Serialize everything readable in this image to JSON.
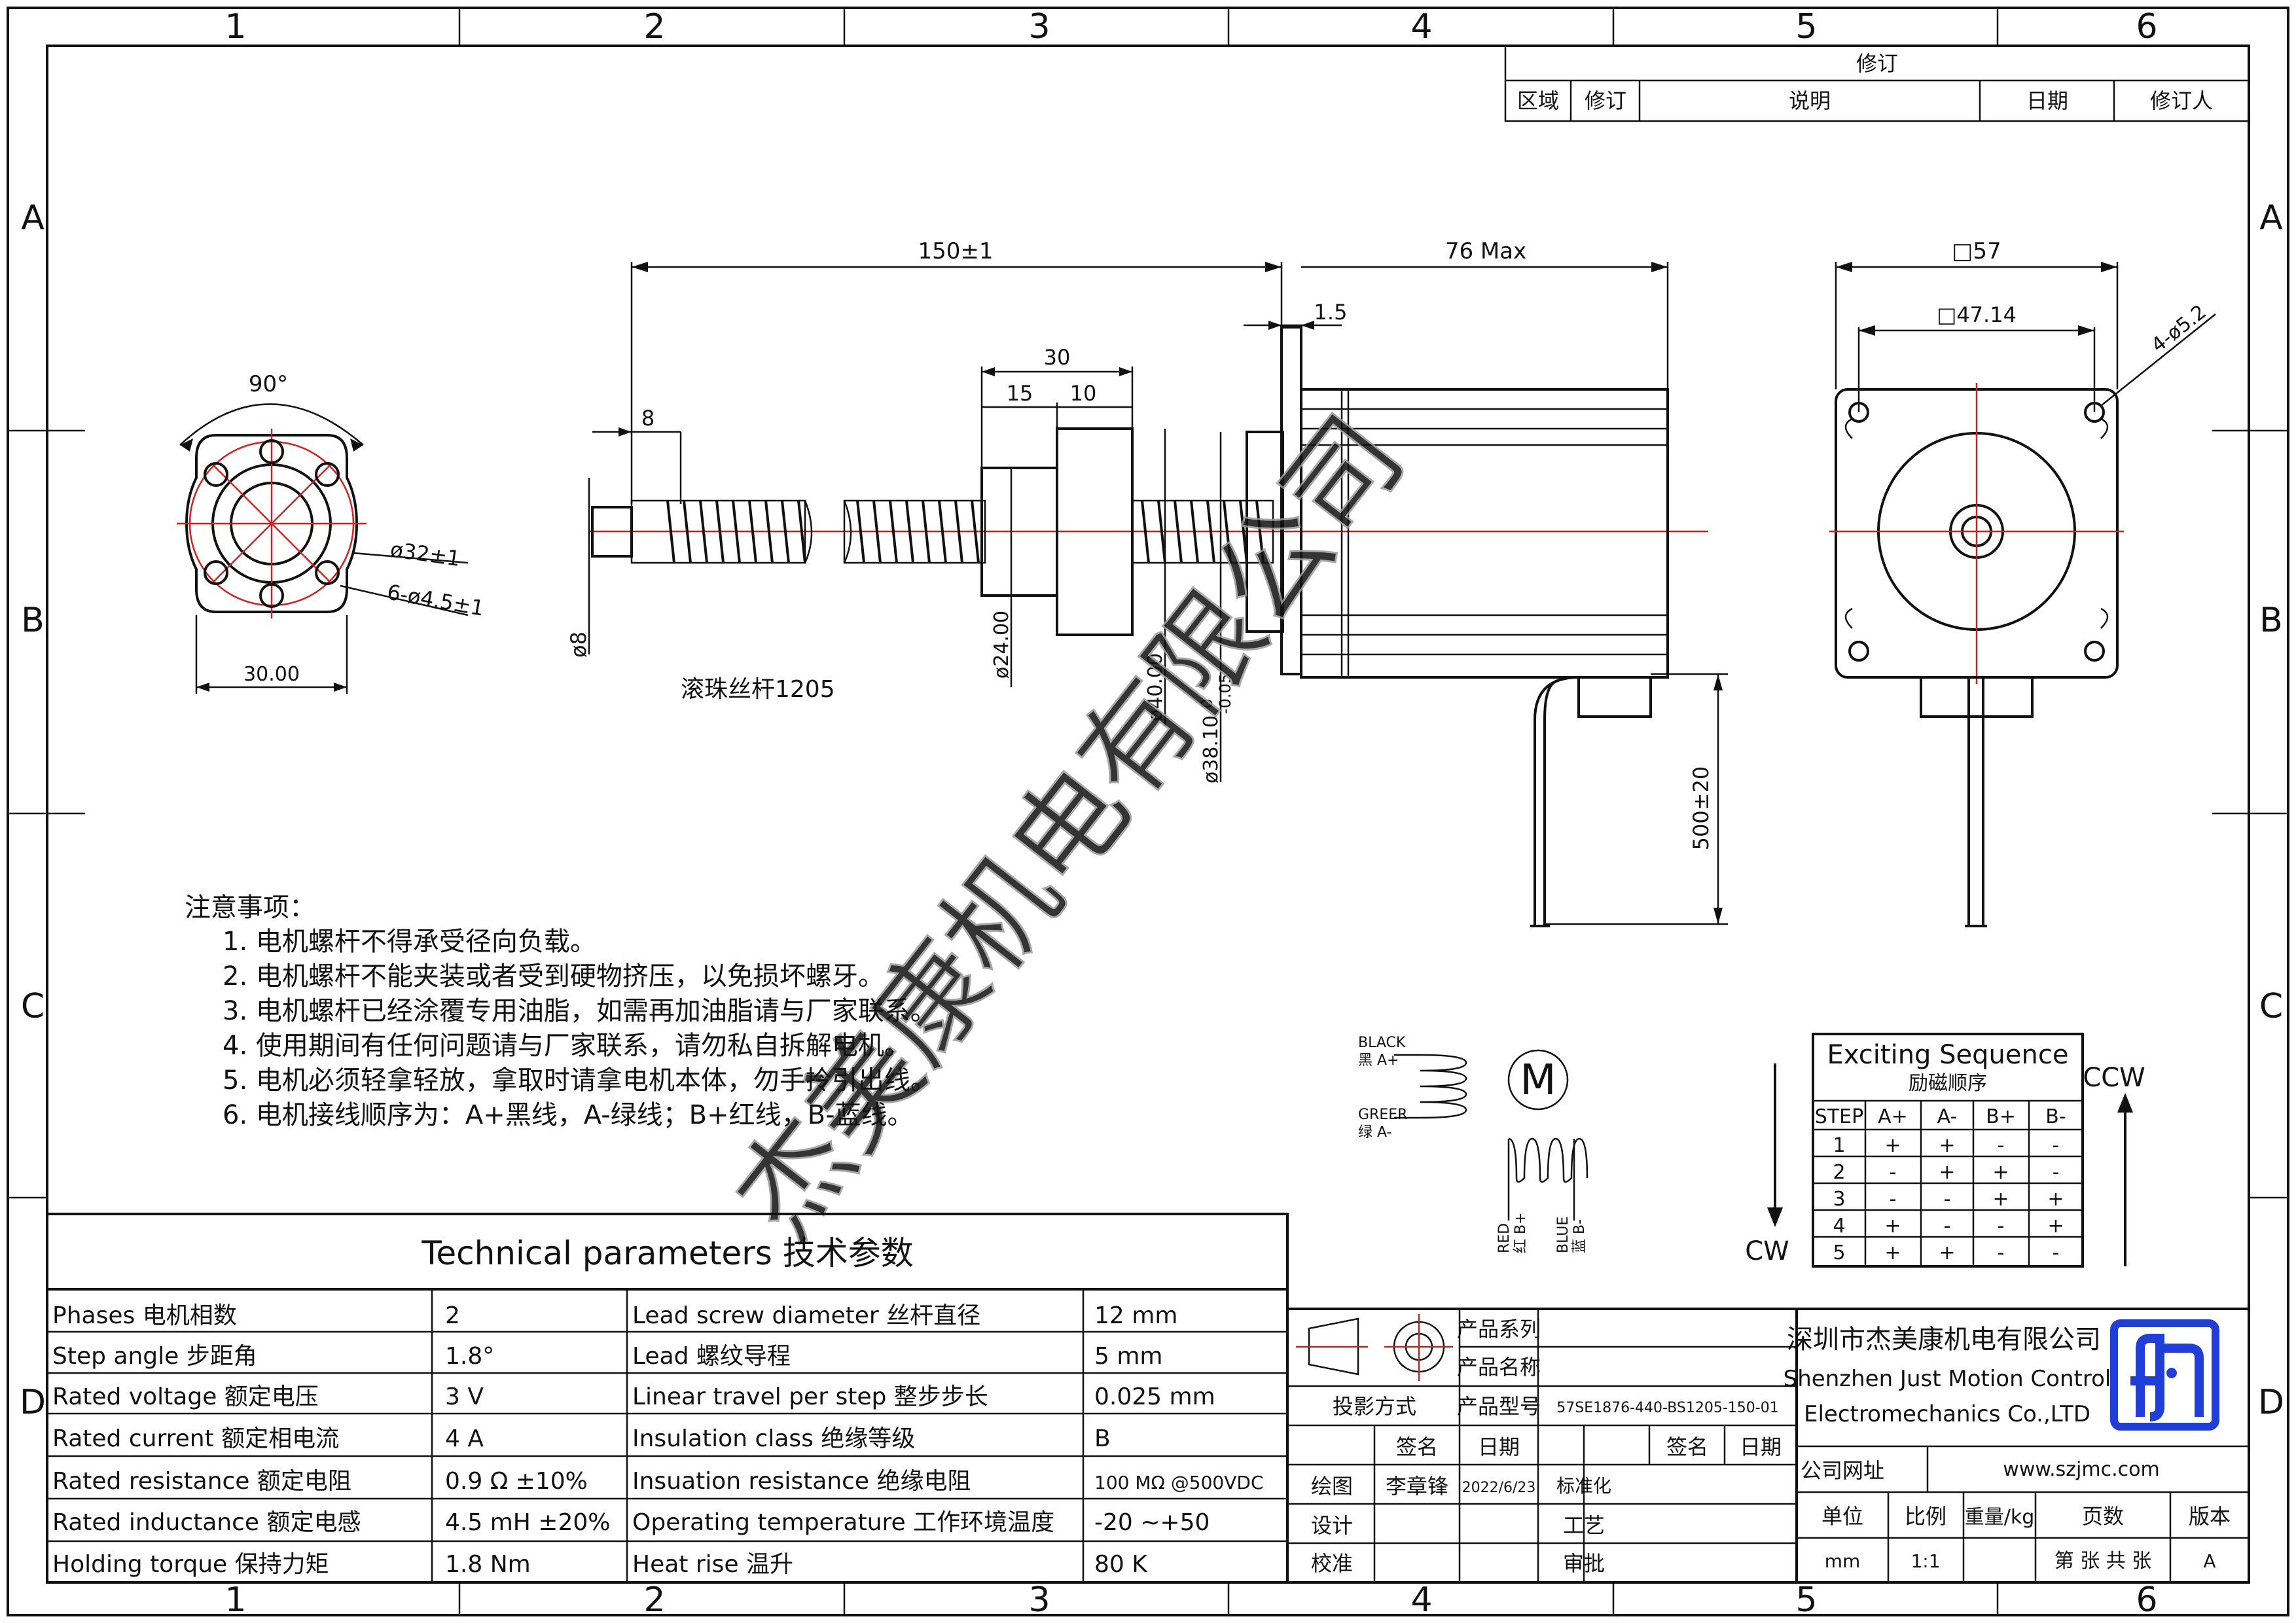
{
  "frame": {
    "columns": [
      "1",
      "2",
      "3",
      "4",
      "5",
      "6"
    ],
    "rows": [
      "A",
      "B",
      "C",
      "D"
    ]
  },
  "revision_table": {
    "title": "修订",
    "headers": [
      "区域",
      "修订",
      "说明",
      "日期",
      "修订人"
    ]
  },
  "watermark": "杰美康机电有限公司",
  "flange_view": {
    "angle": "90°",
    "dia_32": "ø32±1",
    "holes": "6-ø4.5±1",
    "width": "30.00"
  },
  "side_view": {
    "length": "150±1",
    "motor_len": "76 Max",
    "flange_thk": "1.5",
    "nut_len": "30",
    "nut_a": "15",
    "nut_b": "10",
    "tip_len": "8",
    "shaft_dia": "ø8",
    "nut_dia": "ø24.00",
    "flange_dia": "ø40.00",
    "boss_dia": "ø38.10",
    "boss_tol_upper": "0",
    "boss_tol_lower": "-0.05",
    "lead_len": "500±20",
    "screw_label": "滚珠丝杆1205"
  },
  "front_view": {
    "square": "□57",
    "hole_pitch": "□47.14",
    "holes": "4-ø5.2"
  },
  "notes": {
    "title": "注意事项：",
    "items": [
      "1. 电机螺杆不得承受径向负载。",
      "2. 电机螺杆不能夹装或者受到硬物挤压，以免损坏螺牙。",
      "3. 电机螺杆已经涂覆专用油脂，如需再加油脂请与厂家联系。",
      "4. 使用期间有任何问题请与厂家联系，请勿私自拆解电机。",
      "5. 电机必须轻拿轻放，拿取时请拿电机本体，勿手拎引出线。",
      "6.  电机接线顺序为：A+黑线，A-绿线；B+红线，B-蓝线。"
    ]
  },
  "wiring": {
    "black": "BLACK",
    "black_cn": "黑 A+",
    "green": "GREER",
    "green_cn": "绿 A-",
    "red": "RED",
    "red_cn": "红 B+",
    "blue": "BLUE",
    "blue_cn": "蓝 B-",
    "motor": "M"
  },
  "sequence": {
    "title": "Exciting Sequence",
    "subtitle": "励磁顺序",
    "headers": [
      "STEP",
      "A+",
      "A-",
      "B+",
      "B-"
    ],
    "rows": [
      [
        "1",
        "+",
        "+",
        "-",
        "-"
      ],
      [
        "2",
        "-",
        "+",
        "+",
        "-"
      ],
      [
        "3",
        "-",
        "-",
        "+",
        "+"
      ],
      [
        "4",
        "+",
        "-",
        "-",
        "+"
      ],
      [
        "5",
        "+",
        "+",
        "-",
        "-"
      ]
    ],
    "cw": "CW",
    "ccw": "CCW"
  },
  "tech": {
    "title": "Technical parameters 技术参数",
    "left": [
      {
        "label": "Phases 电机相数",
        "value": "2"
      },
      {
        "label": "Step angle 步距角",
        "value": "1.8°"
      },
      {
        "label": "Rated voltage 额定电压",
        "value": "3 V"
      },
      {
        "label": "Rated current 额定相电流",
        "value": "4 A"
      },
      {
        "label": "Rated resistance 额定电阻",
        "value": "0.9 Ω  ±10%"
      },
      {
        "label": "Rated inductance 额定电感",
        "value": "4.5 mH ±20%"
      },
      {
        "label": "Holding torque 保持力矩",
        "value": "1.8 Nm"
      }
    ],
    "right": [
      {
        "label": "Lead screw diameter 丝杆直径",
        "value": "12 mm"
      },
      {
        "label": "Lead 螺纹导程",
        "value": "5 mm"
      },
      {
        "label": "Linear travel per step 整步步长",
        "value": "0.025 mm"
      },
      {
        "label": "Insulation class 绝缘等级",
        "value": "B"
      },
      {
        "label": "Insuation resistance 绝缘电阻",
        "value": "100 MΩ @500VDC"
      },
      {
        "label": "Operating temperature 工作环境温度",
        "value": "-20    ~+50"
      },
      {
        "label": "Heat rise 温升",
        "value": "80 K"
      }
    ]
  },
  "title_block": {
    "series": "产品系列",
    "name": "产品名称",
    "projection": "投影方式",
    "model_label": "产品型号",
    "model": "57SE1876-440-BS1205-150-01",
    "sign": "签名",
    "date": "日期",
    "draw": "绘图",
    "drawer": "李章锋",
    "draw_date": "2022/6/23",
    "design": "设计",
    "check": "校准",
    "std": "标准化",
    "craft": "工艺",
    "approve": "审批",
    "company_cn": "深圳市杰美康机电有限公司",
    "company_en1": "Shenzhen Just Motion Control",
    "company_en2": "Electromechanics Co.,LTD",
    "website_label": "公司网址",
    "website": "www.szjmc.com",
    "unit": "单位",
    "scale": "比例",
    "weight": "重量/kg",
    "pages": "页数",
    "version": "版本",
    "unit_val": "mm",
    "scale_val": "1:1",
    "pages_val": "第 张 共 张",
    "version_val": "A"
  },
  "colors": {
    "line": "#111111",
    "center": "#d21f1f",
    "logo": "#1f3fd8",
    "watermark": "#9a9a9a"
  }
}
